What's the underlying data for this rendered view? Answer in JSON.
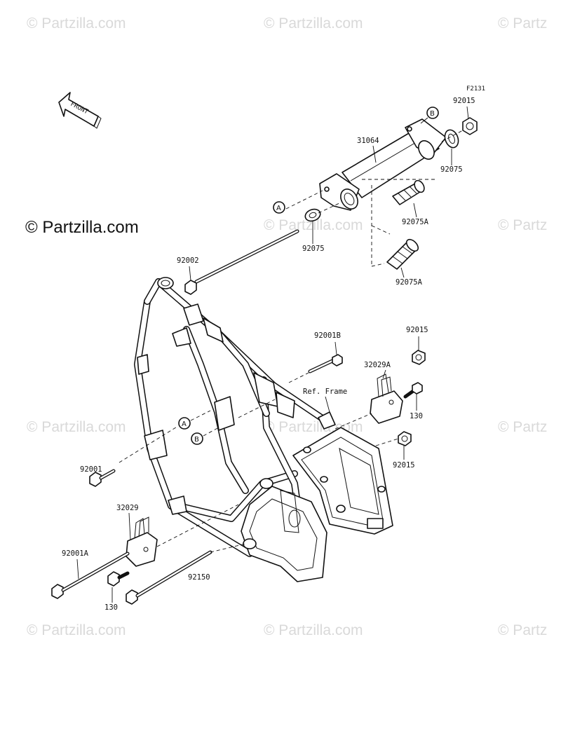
{
  "watermark": {
    "text": "© Partzilla.com",
    "clipped": "© Partz"
  },
  "brand": "© Partzilla.com",
  "figure_id": "F2131",
  "front_arrow_label": "FRONT",
  "ref_label": "Ref. Frame",
  "callouts": {
    "a": "A",
    "b": "B"
  },
  "labels": {
    "l31064": "31064",
    "l92015_top": "92015",
    "l92075_right": "92075",
    "l92075A_top": "92075A",
    "l92075_mid": "92075",
    "l92075A_low": "92075A",
    "l92002": "92002",
    "l92001B": "92001B",
    "l92015_mid": "92015",
    "l32029A": "32029A",
    "l130_right": "130",
    "l92015_low": "92015",
    "l92001": "92001",
    "l32029": "32029",
    "l92001A": "92001A",
    "l92150": "92150",
    "l130_left": "130"
  },
  "colors": {
    "line": "#111111",
    "watermark": "#d9d9d9",
    "background": "#ffffff"
  }
}
